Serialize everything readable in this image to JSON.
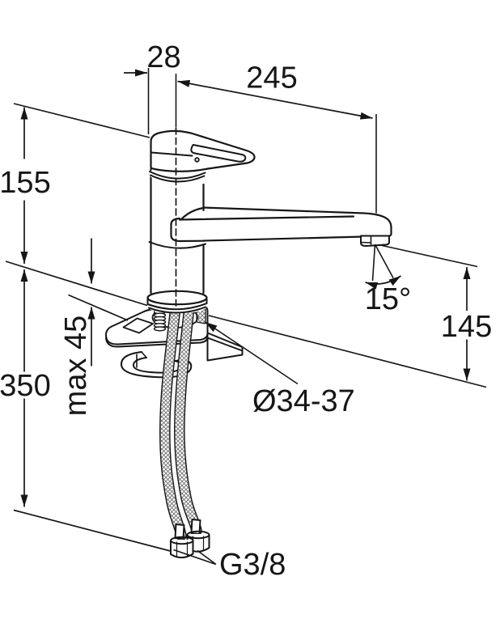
{
  "drawing": {
    "labels": {
      "body_width": "28",
      "spout_reach": "245",
      "body_height": "155",
      "hose_length": "350",
      "deck_thickness": "max 45",
      "spout_angle": "15°",
      "spout_clearance": "145",
      "hole_diameter": "Ø34-37",
      "connection_thread": "G3/8"
    },
    "colors": {
      "line": "#161616",
      "background": "#ffffff"
    }
  }
}
